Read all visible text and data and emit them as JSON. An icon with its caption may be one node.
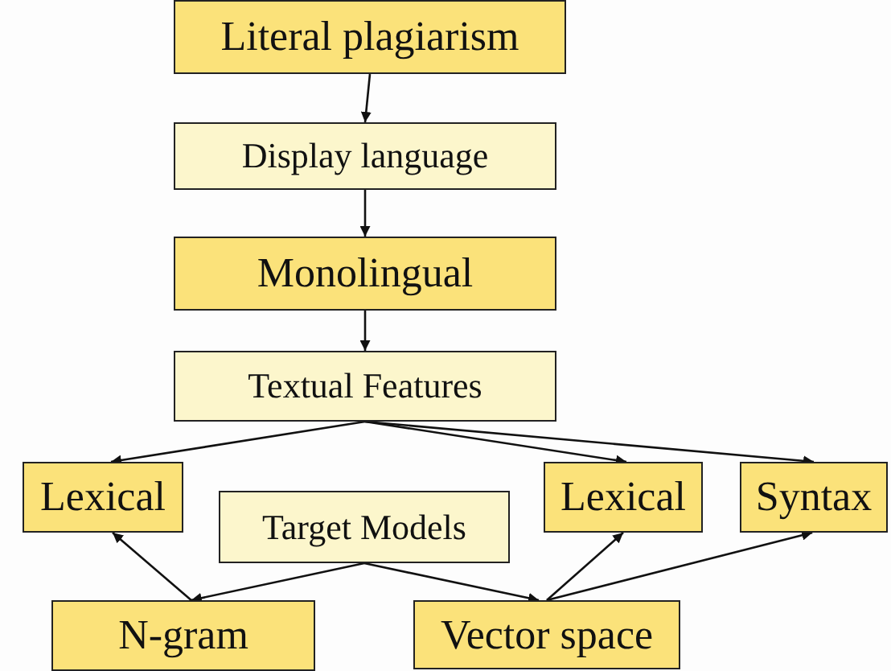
{
  "diagram": {
    "nodes": [
      {
        "text": [
          "Literal plagiarism"
        ]
      },
      {
        "text": [
          "Display language"
        ]
      },
      {
        "text": [
          "Monolingual"
        ]
      },
      {
        "text": [
          "Textual Features"
        ]
      },
      {
        "text": [
          "Lexical"
        ]
      },
      {
        "text": [
          "Target Models"
        ]
      },
      {
        "text": [
          "Lexical"
        ]
      },
      {
        "text": [
          "Syntax"
        ]
      },
      {
        "text": [
          "N-gram"
        ]
      },
      {
        "text": [
          "Vector space"
        ]
      }
    ],
    "edges": [
      {
        "from": 0,
        "to": 1,
        "arrow": "to"
      },
      {
        "from": 1,
        "to": 2,
        "arrow": "to"
      },
      {
        "from": 2,
        "to": 3,
        "arrow": "to"
      },
      {
        "from": 3,
        "to": 4,
        "arrow": "to"
      },
      {
        "from": 3,
        "to": 6,
        "arrow": "to"
      },
      {
        "from": 3,
        "to": 7,
        "arrow": "to"
      },
      {
        "from": 5,
        "to": 8,
        "arrow": "to"
      },
      {
        "from": 5,
        "to": 9,
        "arrow": "to"
      },
      {
        "from": 8,
        "to": 4,
        "arrow": "to"
      },
      {
        "from": 9,
        "to": 6,
        "arrow": "to"
      },
      {
        "from": 9,
        "to": 7,
        "arrow": "to"
      }
    ]
  }
}
